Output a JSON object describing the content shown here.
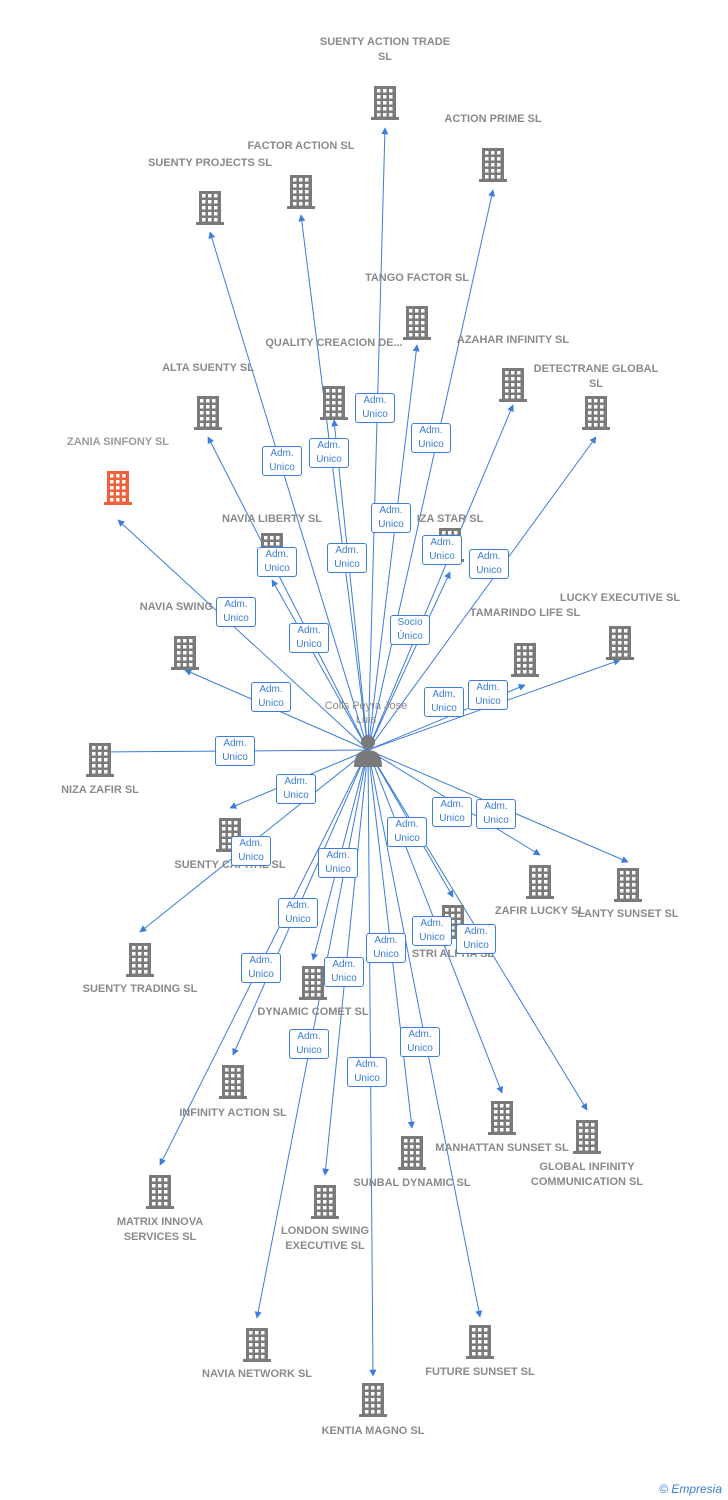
{
  "center": {
    "name": "Colls Peyra Jose Luis"
  },
  "footer": {
    "copyright": "©",
    "brand": "Empresia"
  },
  "colors": {
    "edge": "#3b7dd8",
    "building": "#7a7a7a",
    "highlight": "#f0603a"
  },
  "companies": [
    {
      "name": "SUENTY ACTION TRADE SL"
    },
    {
      "name": "ACTION PRIME SL"
    },
    {
      "name": "FACTOR ACTION SL"
    },
    {
      "name": "SUENTY PROJECTS SL"
    },
    {
      "name": "TANGO FACTOR SL"
    },
    {
      "name": "QUALITY CREACION DE..."
    },
    {
      "name": "AZAHAR INFINITY SL"
    },
    {
      "name": "DETECTRANE GLOBAL SL"
    },
    {
      "name": "ALTA SUENTY SL"
    },
    {
      "name": "ZANIA SINFONY SL",
      "highlight": true
    },
    {
      "name": "NAVIA LIBERTY SL"
    },
    {
      "name": "IZA STAR SL"
    },
    {
      "name": "NAVIA SWING SL"
    },
    {
      "name": "TAMARINDO LIFE SL"
    },
    {
      "name": "LUCKY EXECUTIVE SL"
    },
    {
      "name": "NIZA ZAFIR SL"
    },
    {
      "name": "SUENTY CAPITAL SL"
    },
    {
      "name": "ZAFIR LUCKY SL"
    },
    {
      "name": "LANTY SUNSET SL"
    },
    {
      "name": "SUENTY TRADING SL"
    },
    {
      "name": "STRI ALPHA SL"
    },
    {
      "name": "DYNAMIC COMET SL"
    },
    {
      "name": "INFINITY ACTION SL"
    },
    {
      "name": "MANHATTAN SUNSET SL"
    },
    {
      "name": "GLOBAL INFINITY COMMUNICATION SL"
    },
    {
      "name": "SUNBAL DYNAMIC SL"
    },
    {
      "name": "MATRIX INNOVA SERVICES SL"
    },
    {
      "name": "LONDON SWING EXECUTIVE SL"
    },
    {
      "name": "NAVIA NETWORK SL"
    },
    {
      "name": "FUTURE SUNSET SL"
    },
    {
      "name": "KENTIA MAGNO SL"
    }
  ],
  "relations": [
    {
      "label": "Adm. Unico"
    },
    {
      "label": "Adm. Unico"
    },
    {
      "label": "Adm. Unico"
    },
    {
      "label": "Adm. Unico"
    },
    {
      "label": "Adm. Unico"
    },
    {
      "label": "Adm. Unico"
    },
    {
      "label": "Adm. Unico"
    },
    {
      "label": "Adm. Unico"
    },
    {
      "label": "Adm. Unico"
    },
    {
      "label": "Adm. Unico"
    },
    {
      "label": "Adm. Unico"
    },
    {
      "label": "Adm. Unico"
    },
    {
      "label": "Socio Único"
    },
    {
      "label": "Adm. Unico"
    },
    {
      "label": "Adm. Unico"
    },
    {
      "label": "Adm. Unico"
    },
    {
      "label": "Adm. Unico"
    },
    {
      "label": "Adm. Unico"
    },
    {
      "label": "Adm. Unico"
    },
    {
      "label": "Adm. Unico"
    },
    {
      "label": "Adm. Unico"
    },
    {
      "label": "Adm. Unico"
    },
    {
      "label": "Adm. Unico"
    },
    {
      "label": "Adm. Unico"
    },
    {
      "label": "Adm. Unico"
    },
    {
      "label": "Adm. Unico"
    },
    {
      "label": "Adm. Unico"
    },
    {
      "label": "Adm. Unico"
    },
    {
      "label": "Adm. Unico"
    },
    {
      "label": "Adm. Unico"
    },
    {
      "label": "Adm. Unico"
    }
  ]
}
